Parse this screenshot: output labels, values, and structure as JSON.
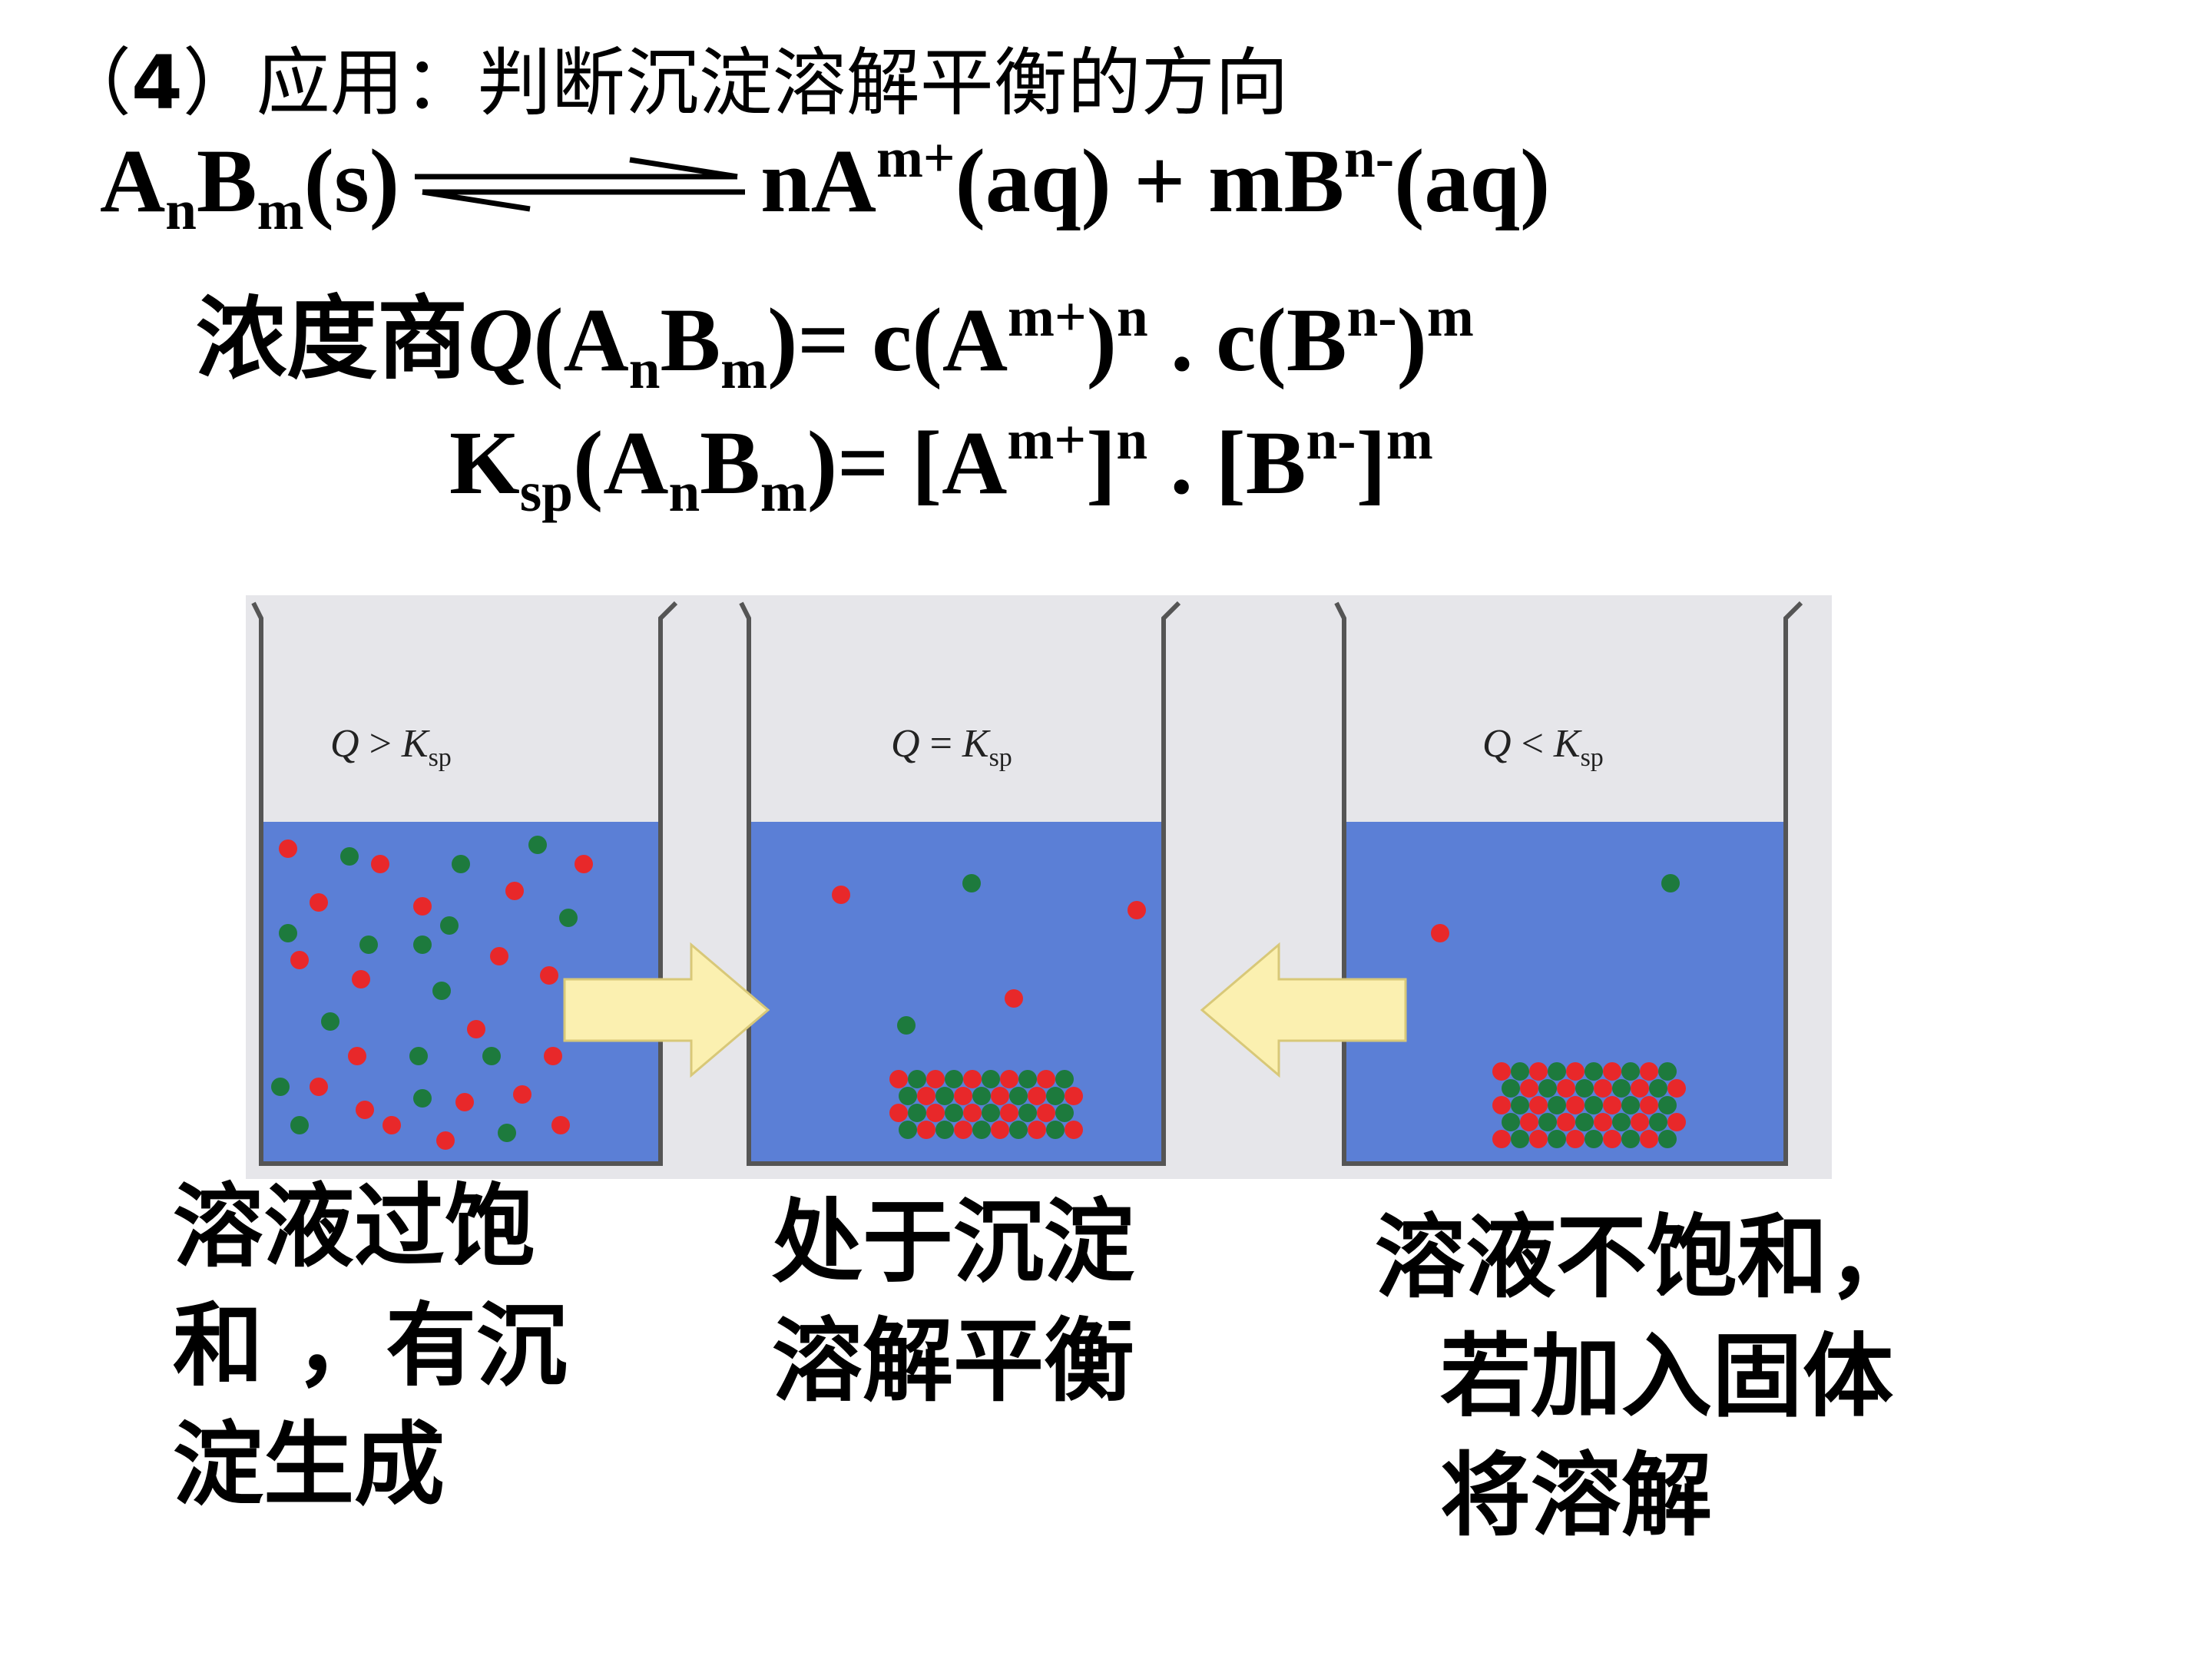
{
  "heading": {
    "prefix": "（",
    "num": "4",
    "suffix": "）应用：判断沉淀溶解平衡的方向"
  },
  "equation": {
    "A": "A",
    "n": "n",
    "B": "B",
    "m": "m",
    "s": "(s)",
    "rhs_n": "nA",
    "cation_charge": "m+",
    "aq1": "(aq) + mB",
    "anion_charge": "n-",
    "aq2": "(aq)"
  },
  "ion_product": {
    "label": "浓度商",
    "Q": "Q",
    "open": "(A",
    "n": "n",
    "B": "B",
    "m": "m",
    "mid": ")= c(A",
    "cation_charge": "m+",
    "close1": ")",
    "exp_n": "n",
    "dot": " . c(B",
    "anion_charge": "n-",
    "close2": ")",
    "exp_m": "m"
  },
  "ksp": {
    "K": "K",
    "sp": "sp",
    "open": "(A",
    "n": "n",
    "B": "B",
    "m": "m",
    "mid": ")= [A",
    "cation_charge": "m+",
    "close1": "]",
    "exp_n": "n",
    "dot": " . [B",
    "anion_charge": "n-",
    "close2": "]",
    "exp_m": "m"
  },
  "beakers": [
    {
      "Q": "Q",
      "op": " > ",
      "K": "K",
      "sp": "sp"
    },
    {
      "Q": "Q",
      "op": " = ",
      "K": "K",
      "sp": "sp"
    },
    {
      "Q": "Q",
      "op": " < ",
      "K": "K",
      "sp": "sp"
    }
  ],
  "captions": [
    {
      "lines": [
        "溶液过饱",
        "和 ，有沉",
        "淀生成"
      ]
    },
    {
      "lines": [
        "处于沉淀",
        "溶解平衡"
      ]
    },
    {
      "lines": [
        "溶液不饱和，",
        "若加入固体",
        "将溶解"
      ]
    }
  ],
  "colors": {
    "water": "#5b7fd6",
    "red_ion": "#e8282a",
    "green_ion": "#1d7a3d",
    "arrow": "#fbf0b0"
  }
}
